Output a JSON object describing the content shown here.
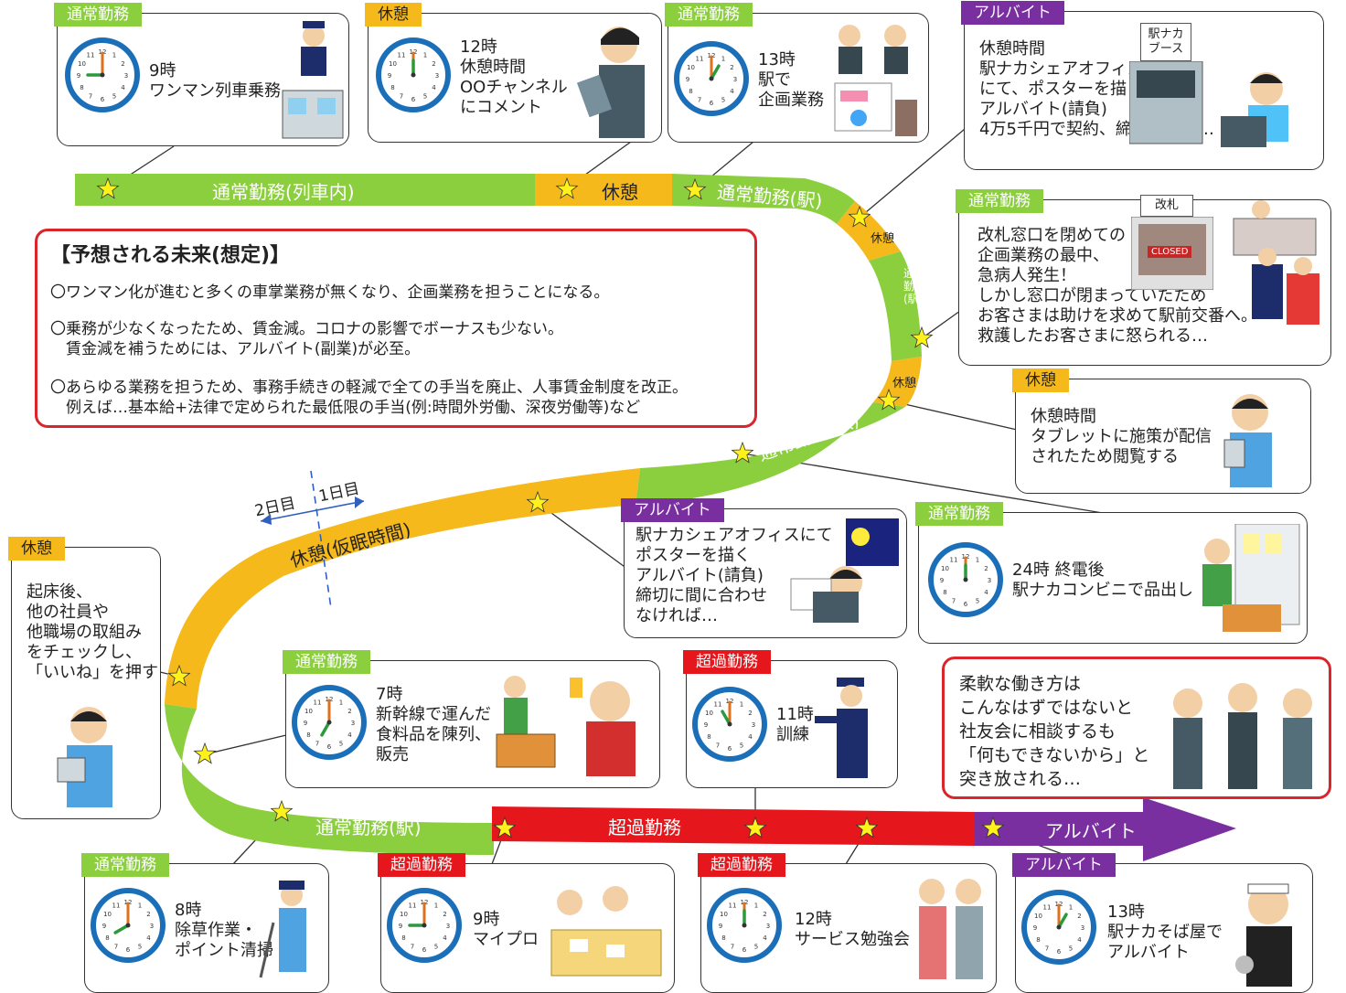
{
  "flow_labels": {
    "normal_train": "通常勤務(列車内)",
    "rest1": "休憩",
    "normal_station1": "通常勤務(駅)",
    "rest_small1": "休憩",
    "normal_station_small": "通常\n勤務\n(駅)",
    "rest_small2": "休憩",
    "normal_station2": "通常勤務(駅)",
    "nap": "休憩(仮眠時間)",
    "normal_station3": "通常勤務(駅)",
    "overtime": "超過勤務",
    "parttime": "アルバイト"
  },
  "day_divider": {
    "day2": "2日目",
    "day1": "1日目"
  },
  "cards": [
    {
      "tag": "通常勤務",
      "text": "9時\nワンマン列車乗務",
      "clock_h": 9,
      "clock_m": 0
    },
    {
      "tag": "休憩",
      "text": "12時\n休憩時間\nOOチャンネル\nにコメント",
      "clock_h": 12,
      "clock_m": 0
    },
    {
      "tag": "通常勤務",
      "text": "13時\n駅で\n企画業務",
      "clock_h": 1,
      "clock_m": 0
    },
    {
      "tag": "アルバイト",
      "text": "休憩時間\n駅ナカシェアオフィス\nにて、ポスターを描く\nアルバイト(請負)\n4万5千円で契約、締切は明日…",
      "sign": "駅ナカ\nブース"
    },
    {
      "tag": "通常勤務",
      "text": "改札窓口を閉めての\n企画業務の最中、\n急病人発生！\nしかし窓口が閉まっていたため\nお客さまは助けを求めて駅前交番へ。\n救護したお客さまに怒られる…",
      "sign": "改札",
      "closed": "CLOSED"
    },
    {
      "tag": "休憩",
      "text": "休憩時間\nタブレットに施策が配信\nされたため閲覧する"
    },
    {
      "tag": "アルバイト",
      "text": "駅ナカシェアオフィスにて\nポスターを描く\nアルバイト(請負)\n締切に間に合わせ\nなければ…"
    },
    {
      "tag": "通常勤務",
      "text": "24時 終電後\n駅ナカコンビニで品出し",
      "clock_h": 12,
      "clock_m": 0
    },
    {
      "tag": "休憩",
      "text": "起床後、\n他の社員や\n他職場の取組み\nをチェックし、\n「いいね」を押す"
    },
    {
      "tag": "通常勤務",
      "text": "7時\n新幹線で運んだ\n食料品を陳列、\n販売",
      "clock_h": 7,
      "clock_m": 0
    },
    {
      "tag": "超過勤務",
      "text": "11時\n訓練",
      "clock_h": 11,
      "clock_m": 0
    },
    {
      "tag": "通常勤務",
      "text": "8時\n除草作業・\nポイント清掃",
      "clock_h": 8,
      "clock_m": 0
    },
    {
      "tag": "超過勤務",
      "text": "9時\nマイプロ",
      "clock_h": 9,
      "clock_m": 0
    },
    {
      "tag": "超過勤務",
      "text": "12時\nサービス勉強会",
      "clock_h": 12,
      "clock_m": 0
    },
    {
      "tag": "アルバイト",
      "text": "13時\n駅ナカそば屋で\nアルバイト",
      "clock_h": 1,
      "clock_m": 0
    }
  ],
  "future": {
    "title": "【予想される未来(想定)】",
    "items": [
      "〇ワンマン化が進むと多くの車掌業務が無くなり、企画業務を担うことになる。",
      "〇乗務が少なくなったため、賃金減。コロナの影響でボーナスも少ない。\n　賃金減を補うためには、アルバイト(副業)が必至。",
      "〇あらゆる業務を担うため、事務手続きの軽減で全ての手当を廃止、人事賃金制度を改正。\n　例えば…基本給+法律で定められた最低限の手当(例:時間外労働、深夜労働等)など"
    ]
  },
  "flexible": {
    "text": "柔軟な働き方は\nこんなはずではないと\n社友会に相談するも\n「何もできないから」と\n突き放される…"
  },
  "colors": {
    "normal": "#8ccf3e",
    "rest": "#f6b91b",
    "overtime": "#e5161c",
    "parttime": "#7a2fa0",
    "clock_rim": "#1b6fb8",
    "future_border": "#d9262c"
  }
}
